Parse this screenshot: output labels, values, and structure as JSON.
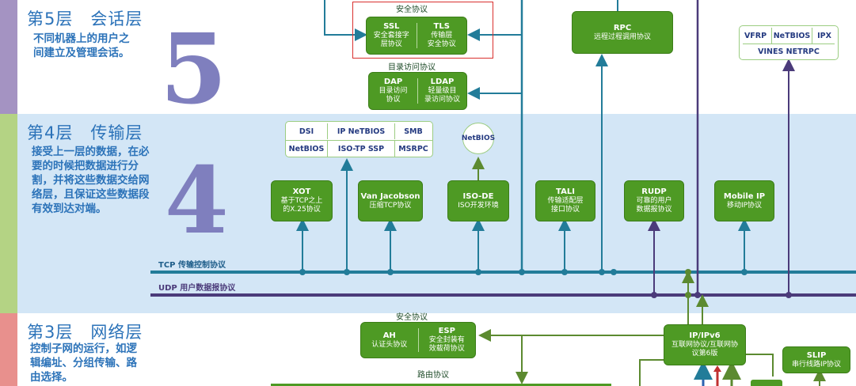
{
  "layers": {
    "l5": {
      "title": "第5层　会话层",
      "number": "5",
      "desc": [
        "不同机器上的用户之",
        "间建立及管理会话。"
      ]
    },
    "l4": {
      "title": "第4层　传输层",
      "number": "4",
      "desc": [
        "接受上一层的数据，在必",
        "要的时候把数据进行分",
        "割，并将这些数据交给网",
        "络层，且保证这些数据段",
        "有效到达对端。"
      ]
    },
    "l3": {
      "title": "第3层　网络层",
      "desc": [
        "控制子网的运行，如逻",
        "辑编址、分组传输、路",
        "由选择。"
      ]
    }
  },
  "captions": {
    "security_top": "安全协议",
    "directory_access": "目录访问协议",
    "security_l3": "安全协议",
    "routing": "路由协议"
  },
  "lines": {
    "tcp": "TCP 传输控制协议",
    "udp": "UDP 用户数据报协议"
  },
  "boxes": {
    "ssl": {
      "t": "SSL",
      "s": [
        "安全套接字",
        "层协议"
      ]
    },
    "tls": {
      "t": "TLS",
      "s": [
        "传输层",
        "安全协议"
      ]
    },
    "dap": {
      "t": "DAP",
      "s": [
        "目录访问",
        "协议"
      ]
    },
    "ldap": {
      "t": "LDAP",
      "s": [
        "轻量级目",
        "录访问协议"
      ]
    },
    "rpc": {
      "t": "RPC",
      "s": [
        "远程过程调用协议"
      ]
    },
    "xot": {
      "t": "XOT",
      "s": [
        "基于TCP之上",
        "的X.25协议"
      ]
    },
    "vanjacobson": {
      "t": "Van Jacobson",
      "s": [
        "压缩TCP协议"
      ]
    },
    "isode": {
      "t": "ISO-DE",
      "s": [
        "ISO开发环境"
      ]
    },
    "tali": {
      "t": "TALI",
      "s": [
        "传输适配层",
        "接口协议"
      ]
    },
    "rudp": {
      "t": "RUDP",
      "s": [
        "可靠的用户",
        "数据报协议"
      ]
    },
    "mobileip": {
      "t": "Mobile IP",
      "s": [
        "移动IP协议"
      ]
    },
    "ah": {
      "t": "AH",
      "s": [
        "认证头协议"
      ]
    },
    "esp": {
      "t": "ESP",
      "s": [
        "安全封装有",
        "效载荷协议"
      ]
    },
    "ipv6": {
      "t": "IP/IPv6",
      "s": [
        "互联网协议/互联网协",
        "议第6版"
      ]
    },
    "slip": {
      "t": "SLIP",
      "s": [
        "串行线路IP协议"
      ]
    }
  },
  "session_grid": {
    "row1": [
      "VFRP",
      "NeTBIOS",
      "IPX"
    ],
    "row2": "VINES NETRPC"
  },
  "transport_grid": {
    "row1": [
      "DSI",
      "IP NeTBIOS",
      "SMB"
    ],
    "row2": [
      "NetBIOS",
      "ISO-TP SSP",
      "MSRPC"
    ]
  },
  "netbios_circle": "NetBIOS",
  "colors": {
    "green_box": "#4e9a24",
    "teal_line": "#227c99",
    "purple_line": "#4b3b7a",
    "layer_text": "#2c73b9",
    "highlight": "#d9302e"
  }
}
